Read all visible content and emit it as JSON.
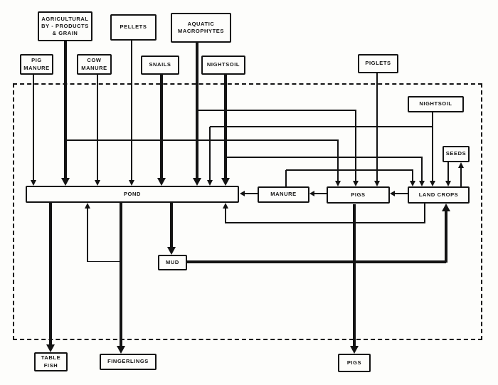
{
  "figure": {
    "type": "flow-diagram",
    "description": "Integrated aquaculture farm system flow diagram: inputs feed a pond, pigs and land crops inside a dashed system boundary, producing table fish, fingerlings and pigs",
    "boundary": "dashed farm-system boundary"
  },
  "colors": {
    "ink": "#131313",
    "background": "#fdfdfb"
  },
  "nodes": {
    "agricultural_byproducts": {
      "label": "AGRICULTURAL\nBY - PRODUCTS\n& GRAIN"
    },
    "pellets": {
      "label": "PELLETS"
    },
    "aquatic_macrophytes": {
      "label": "AQUATIC\nMACROPHYTES"
    },
    "pig_manure": {
      "label": "PIG\nMANURE"
    },
    "cow_manure": {
      "label": "COW\nMANURE"
    },
    "snails": {
      "label": "SNAILS"
    },
    "nightsoil_top": {
      "label": "NIGHTSOIL"
    },
    "piglets": {
      "label": "PIGLETS"
    },
    "nightsoil_inner": {
      "label": "NIGHTSOIL"
    },
    "seeds": {
      "label": "SEEDS"
    },
    "pond": {
      "label": "POND"
    },
    "manure": {
      "label": "MANURE"
    },
    "pigs": {
      "label": "PIGS"
    },
    "land_crops": {
      "label": "LAND CROPS"
    },
    "mud": {
      "label": "MUD"
    },
    "table_fish": {
      "label": "TABLE\nFISH"
    },
    "fingerlings": {
      "label": "FINGERLINGS"
    },
    "pigs_output": {
      "label": "PIGS"
    }
  },
  "edges": [
    {
      "from": "pig_manure",
      "to": "pond"
    },
    {
      "from": "agricultural_byproducts",
      "to": "pond"
    },
    {
      "from": "agricultural_byproducts",
      "to": "pigs"
    },
    {
      "from": "cow_manure",
      "to": "pond"
    },
    {
      "from": "pellets",
      "to": "pond"
    },
    {
      "from": "snails",
      "to": "pond"
    },
    {
      "from": "aquatic_macrophytes",
      "to": "pond"
    },
    {
      "from": "aquatic_macrophytes",
      "to": "pigs"
    },
    {
      "from": "nightsoil_top",
      "to": "pond"
    },
    {
      "from": "nightsoil_top",
      "to": "land_crops"
    },
    {
      "from": "piglets",
      "to": "pigs"
    },
    {
      "from": "nightsoil_inner",
      "to": "pond"
    },
    {
      "from": "nightsoil_inner",
      "to": "land_crops"
    },
    {
      "from": "seeds",
      "to": "land_crops"
    },
    {
      "from": "land_crops",
      "to": "seeds"
    },
    {
      "from": "manure",
      "to": "pond"
    },
    {
      "from": "manure",
      "to": "land_crops"
    },
    {
      "from": "pigs",
      "to": "manure"
    },
    {
      "from": "land_crops",
      "to": "pigs"
    },
    {
      "from": "land_crops",
      "to": "pond"
    },
    {
      "from": "pond",
      "to": "mud"
    },
    {
      "from": "mud",
      "to": "land_crops"
    },
    {
      "from": "pond",
      "to": "table_fish"
    },
    {
      "from": "pond",
      "to": "fingerlings"
    },
    {
      "from": "fingerlings",
      "to": "pond"
    },
    {
      "from": "pigs",
      "to": "pigs_output"
    }
  ]
}
